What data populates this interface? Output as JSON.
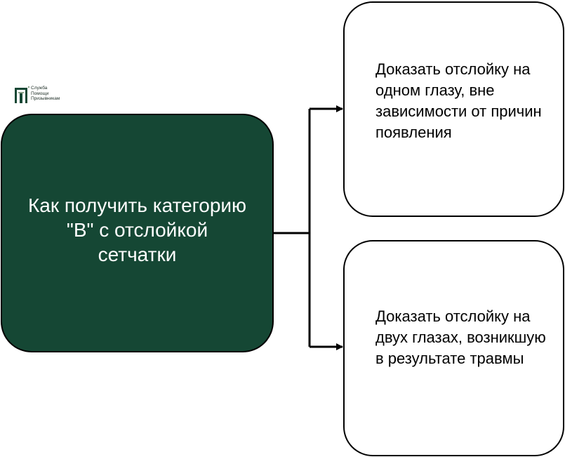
{
  "logo": {
    "lines": [
      "Служба",
      "Помощи",
      "Призывникам"
    ],
    "icon": "logo-mark-icon",
    "color": "#154734"
  },
  "main": {
    "text": "Как получить категорию \"В\" с отслойкой сетчатки",
    "bg_color": "#154734"
  },
  "options": [
    {
      "text": "Доказать отслойку на одном глазу, вне зависимости от причин появления"
    },
    {
      "text": "Доказать отслойку на двух глазах, возникшую в результате травмы"
    }
  ]
}
